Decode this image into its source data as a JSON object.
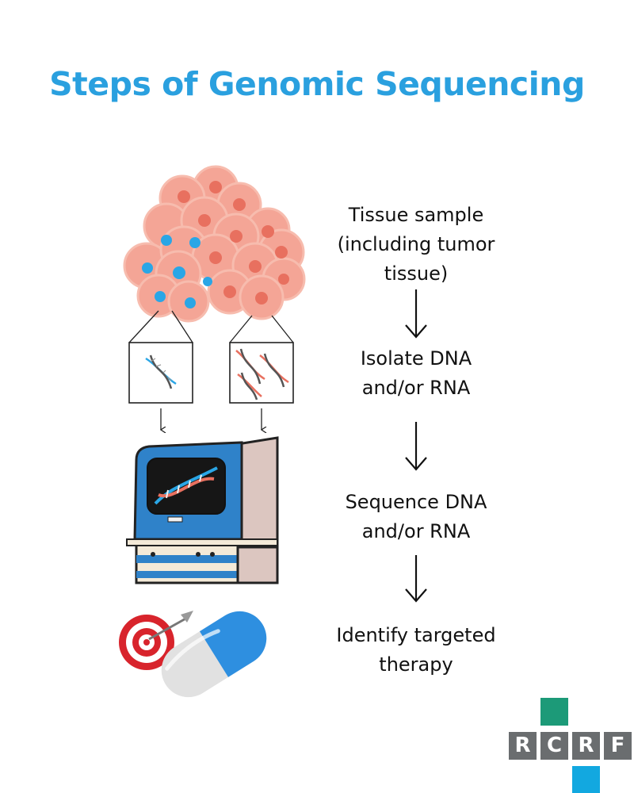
{
  "title": "Steps of Genomic Sequencing",
  "steps": [
    {
      "lines": [
        "Tissue sample",
        "(including tumor",
        "tissue)"
      ]
    },
    {
      "lines": [
        "Isolate DNA",
        "and/or RNA"
      ]
    },
    {
      "lines": [
        "Sequence DNA",
        "and/or RNA"
      ]
    },
    {
      "lines": [
        "Identify targeted",
        "therapy"
      ]
    }
  ],
  "logo": {
    "letters": [
      "R",
      "C",
      "R",
      "F"
    ]
  },
  "colors": {
    "title": "#2aa0df",
    "cell_fill": "#f4a596",
    "cell_nucleus": "#e8705f",
    "blue_nucleus": "#2aa6e6",
    "logo_green": "#1c9a78",
    "logo_blue": "#12a8e0",
    "logo_gray": "#6a6d6f"
  },
  "icons": [
    "tissue-cells-icon",
    "dna-helix-icon",
    "sequencer-machine-icon",
    "target-icon",
    "capsule-icon"
  ]
}
